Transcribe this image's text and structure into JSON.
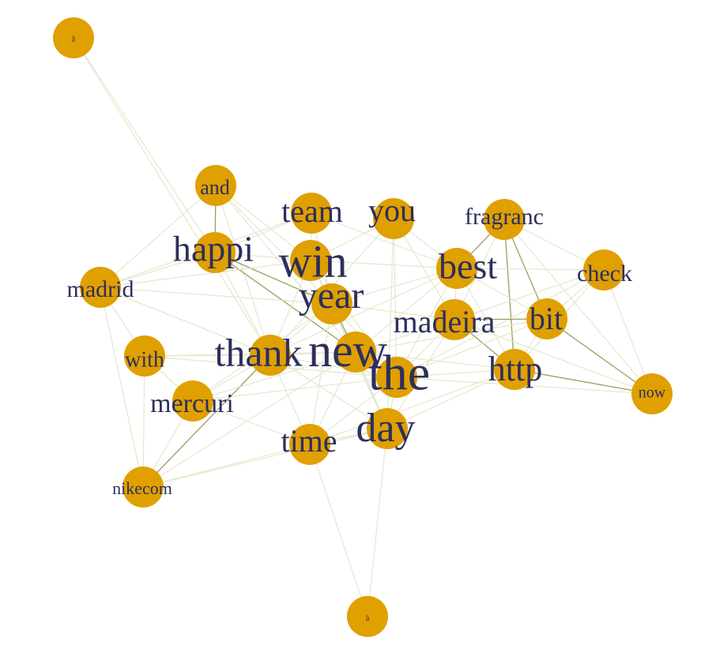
{
  "graph": {
    "node_color": "#e0a000",
    "label_color": "#2c2f5e",
    "edge_light_color": "#e2e4c8",
    "edge_dark_color": "#8f8a3e",
    "nodes": [
      {
        "id": "a_top",
        "label": "â"
      },
      {
        "id": "and",
        "label": "and"
      },
      {
        "id": "team",
        "label": "team"
      },
      {
        "id": "you",
        "label": "you"
      },
      {
        "id": "fragranc",
        "label": "fragranc"
      },
      {
        "id": "happi",
        "label": "happi"
      },
      {
        "id": "win",
        "label": "win"
      },
      {
        "id": "best",
        "label": "best"
      },
      {
        "id": "check",
        "label": "check"
      },
      {
        "id": "madrid",
        "label": "madrid"
      },
      {
        "id": "year",
        "label": "year"
      },
      {
        "id": "madeira",
        "label": "madeira"
      },
      {
        "id": "bit",
        "label": "bit"
      },
      {
        "id": "with",
        "label": "with"
      },
      {
        "id": "thank",
        "label": "thank"
      },
      {
        "id": "new",
        "label": "new"
      },
      {
        "id": "the",
        "label": "the"
      },
      {
        "id": "http",
        "label": "http"
      },
      {
        "id": "now",
        "label": "now"
      },
      {
        "id": "mercuri",
        "label": "mercuri"
      },
      {
        "id": "day",
        "label": "day"
      },
      {
        "id": "time",
        "label": "time"
      },
      {
        "id": "nikecom",
        "label": "nikecom"
      },
      {
        "id": "a_bottom",
        "label": "â"
      }
    ],
    "edges": [
      [
        "a_top",
        "happi",
        1
      ],
      [
        "a_top",
        "thank",
        1
      ],
      [
        "and",
        "happi",
        2
      ],
      [
        "and",
        "win",
        1
      ],
      [
        "and",
        "thank",
        1
      ],
      [
        "and",
        "new",
        1
      ],
      [
        "and",
        "year",
        1
      ],
      [
        "and",
        "madrid",
        1
      ],
      [
        "team",
        "win",
        1
      ],
      [
        "team",
        "year",
        1
      ],
      [
        "team",
        "madrid",
        1
      ],
      [
        "team",
        "best",
        1
      ],
      [
        "team",
        "happi",
        1
      ],
      [
        "you",
        "thank",
        1
      ],
      [
        "you",
        "win",
        1
      ],
      [
        "you",
        "day",
        1
      ],
      [
        "you",
        "the",
        1
      ],
      [
        "you",
        "best",
        1
      ],
      [
        "you",
        "madeira",
        1
      ],
      [
        "fragranc",
        "best",
        2
      ],
      [
        "fragranc",
        "http",
        2
      ],
      [
        "fragranc",
        "bit",
        2
      ],
      [
        "fragranc",
        "check",
        1
      ],
      [
        "fragranc",
        "now",
        1
      ],
      [
        "fragranc",
        "madeira",
        1
      ],
      [
        "happi",
        "year",
        2
      ],
      [
        "happi",
        "new",
        2
      ],
      [
        "happi",
        "thank",
        1
      ],
      [
        "happi",
        "madrid",
        1
      ],
      [
        "happi",
        "win",
        1
      ],
      [
        "win",
        "year",
        1
      ],
      [
        "win",
        "the",
        1
      ],
      [
        "win",
        "best",
        1
      ],
      [
        "win",
        "thank",
        1
      ],
      [
        "win",
        "day",
        1
      ],
      [
        "best",
        "madeira",
        1
      ],
      [
        "best",
        "http",
        1
      ],
      [
        "best",
        "bit",
        1
      ],
      [
        "best",
        "check",
        1
      ],
      [
        "best",
        "year",
        1
      ],
      [
        "best",
        "the",
        1
      ],
      [
        "best",
        "new",
        1
      ],
      [
        "best",
        "thank",
        1
      ],
      [
        "check",
        "http",
        1
      ],
      [
        "check",
        "now",
        1
      ],
      [
        "check",
        "bit",
        1
      ],
      [
        "check",
        "madeira",
        1
      ],
      [
        "check",
        "the",
        1
      ],
      [
        "madrid",
        "with",
        1
      ],
      [
        "madrid",
        "nikecom",
        1
      ],
      [
        "madrid",
        "thank",
        1
      ],
      [
        "madrid",
        "win",
        1
      ],
      [
        "madrid",
        "year",
        1
      ],
      [
        "year",
        "new",
        2
      ],
      [
        "year",
        "thank",
        1
      ],
      [
        "year",
        "the",
        1
      ],
      [
        "year",
        "day",
        1
      ],
      [
        "year",
        "time",
        1
      ],
      [
        "year",
        "madeira",
        1
      ],
      [
        "madeira",
        "bit",
        2
      ],
      [
        "madeira",
        "http",
        2
      ],
      [
        "madeira",
        "the",
        1
      ],
      [
        "madeira",
        "new",
        1
      ],
      [
        "madeira",
        "day",
        1
      ],
      [
        "madeira",
        "now",
        1
      ],
      [
        "bit",
        "http",
        1
      ],
      [
        "bit",
        "now",
        2
      ],
      [
        "bit",
        "the",
        1
      ],
      [
        "bit",
        "new",
        1
      ],
      [
        "with",
        "thank",
        1
      ],
      [
        "with",
        "new",
        1
      ],
      [
        "with",
        "mercuri",
        1
      ],
      [
        "with",
        "nikecom",
        1
      ],
      [
        "with",
        "the",
        1
      ],
      [
        "thank",
        "new",
        1
      ],
      [
        "thank",
        "the",
        1
      ],
      [
        "thank",
        "time",
        1
      ],
      [
        "thank",
        "day",
        1
      ],
      [
        "thank",
        "mercuri",
        1
      ],
      [
        "thank",
        "nikecom",
        2
      ],
      [
        "new",
        "the",
        1
      ],
      [
        "new",
        "day",
        1
      ],
      [
        "new",
        "time",
        1
      ],
      [
        "new",
        "http",
        1
      ],
      [
        "new",
        "mercuri",
        1
      ],
      [
        "new",
        "nikecom",
        1
      ],
      [
        "the",
        "http",
        1
      ],
      [
        "the",
        "now",
        1
      ],
      [
        "the",
        "day",
        1
      ],
      [
        "the",
        "time",
        1
      ],
      [
        "the",
        "mercuri",
        1
      ],
      [
        "http",
        "now",
        2
      ],
      [
        "http",
        "day",
        1
      ],
      [
        "http",
        "time",
        1
      ],
      [
        "mercuri",
        "nikecom",
        1
      ],
      [
        "mercuri",
        "time",
        1
      ],
      [
        "mercuri",
        "year",
        1
      ],
      [
        "day",
        "time",
        1
      ],
      [
        "day",
        "nikecom",
        1
      ],
      [
        "day",
        "a_bottom",
        1
      ],
      [
        "time",
        "nikecom",
        1
      ],
      [
        "time",
        "a_bottom",
        1
      ]
    ]
  }
}
